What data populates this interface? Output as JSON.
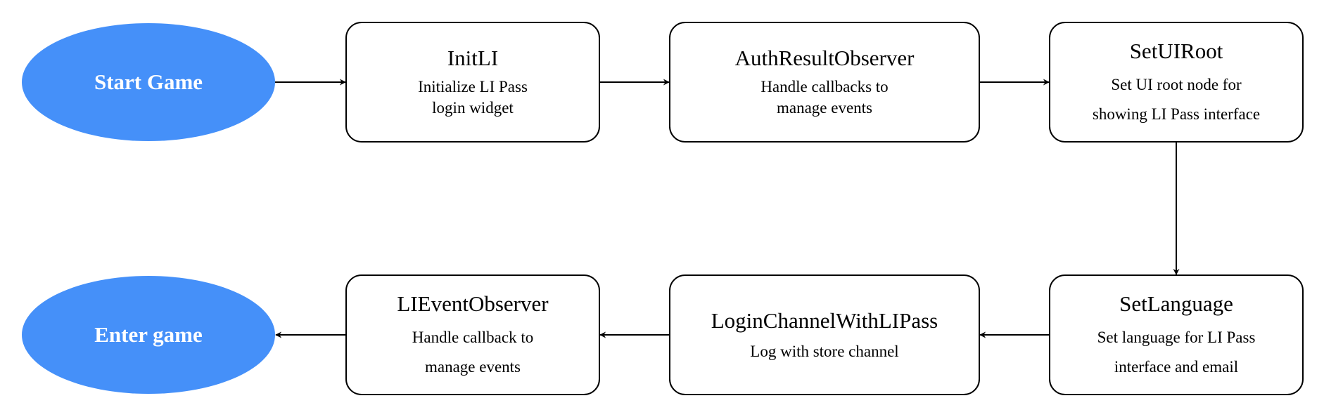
{
  "colors": {
    "terminal_fill": "#4590F9",
    "box_fill": "#FFFFFF",
    "stroke": "#000000",
    "terminal_text": "#FFFFFF"
  },
  "nodes": {
    "start": {
      "label": "Start Game"
    },
    "initli": {
      "title": "InitLI",
      "lines": [
        "Initialize LI Pass",
        "login widget"
      ]
    },
    "auth": {
      "title": "AuthResultObserver",
      "lines": [
        "Handle callbacks to",
        "manage events"
      ]
    },
    "setuiroot": {
      "title": "SetUIRoot",
      "lines": [
        "Set UI root node for",
        "showing LI Pass interface"
      ]
    },
    "setlanguage": {
      "title": "SetLanguage",
      "lines": [
        "Set language for LI Pass",
        "interface and email"
      ]
    },
    "loginchannel": {
      "title": "LoginChannelWithLIPass",
      "lines": [
        "Log with store channel"
      ]
    },
    "lievent": {
      "title": "LIEventObserver",
      "lines": [
        "Handle callback to",
        "manage events"
      ]
    },
    "enter": {
      "label": "Enter game"
    }
  }
}
